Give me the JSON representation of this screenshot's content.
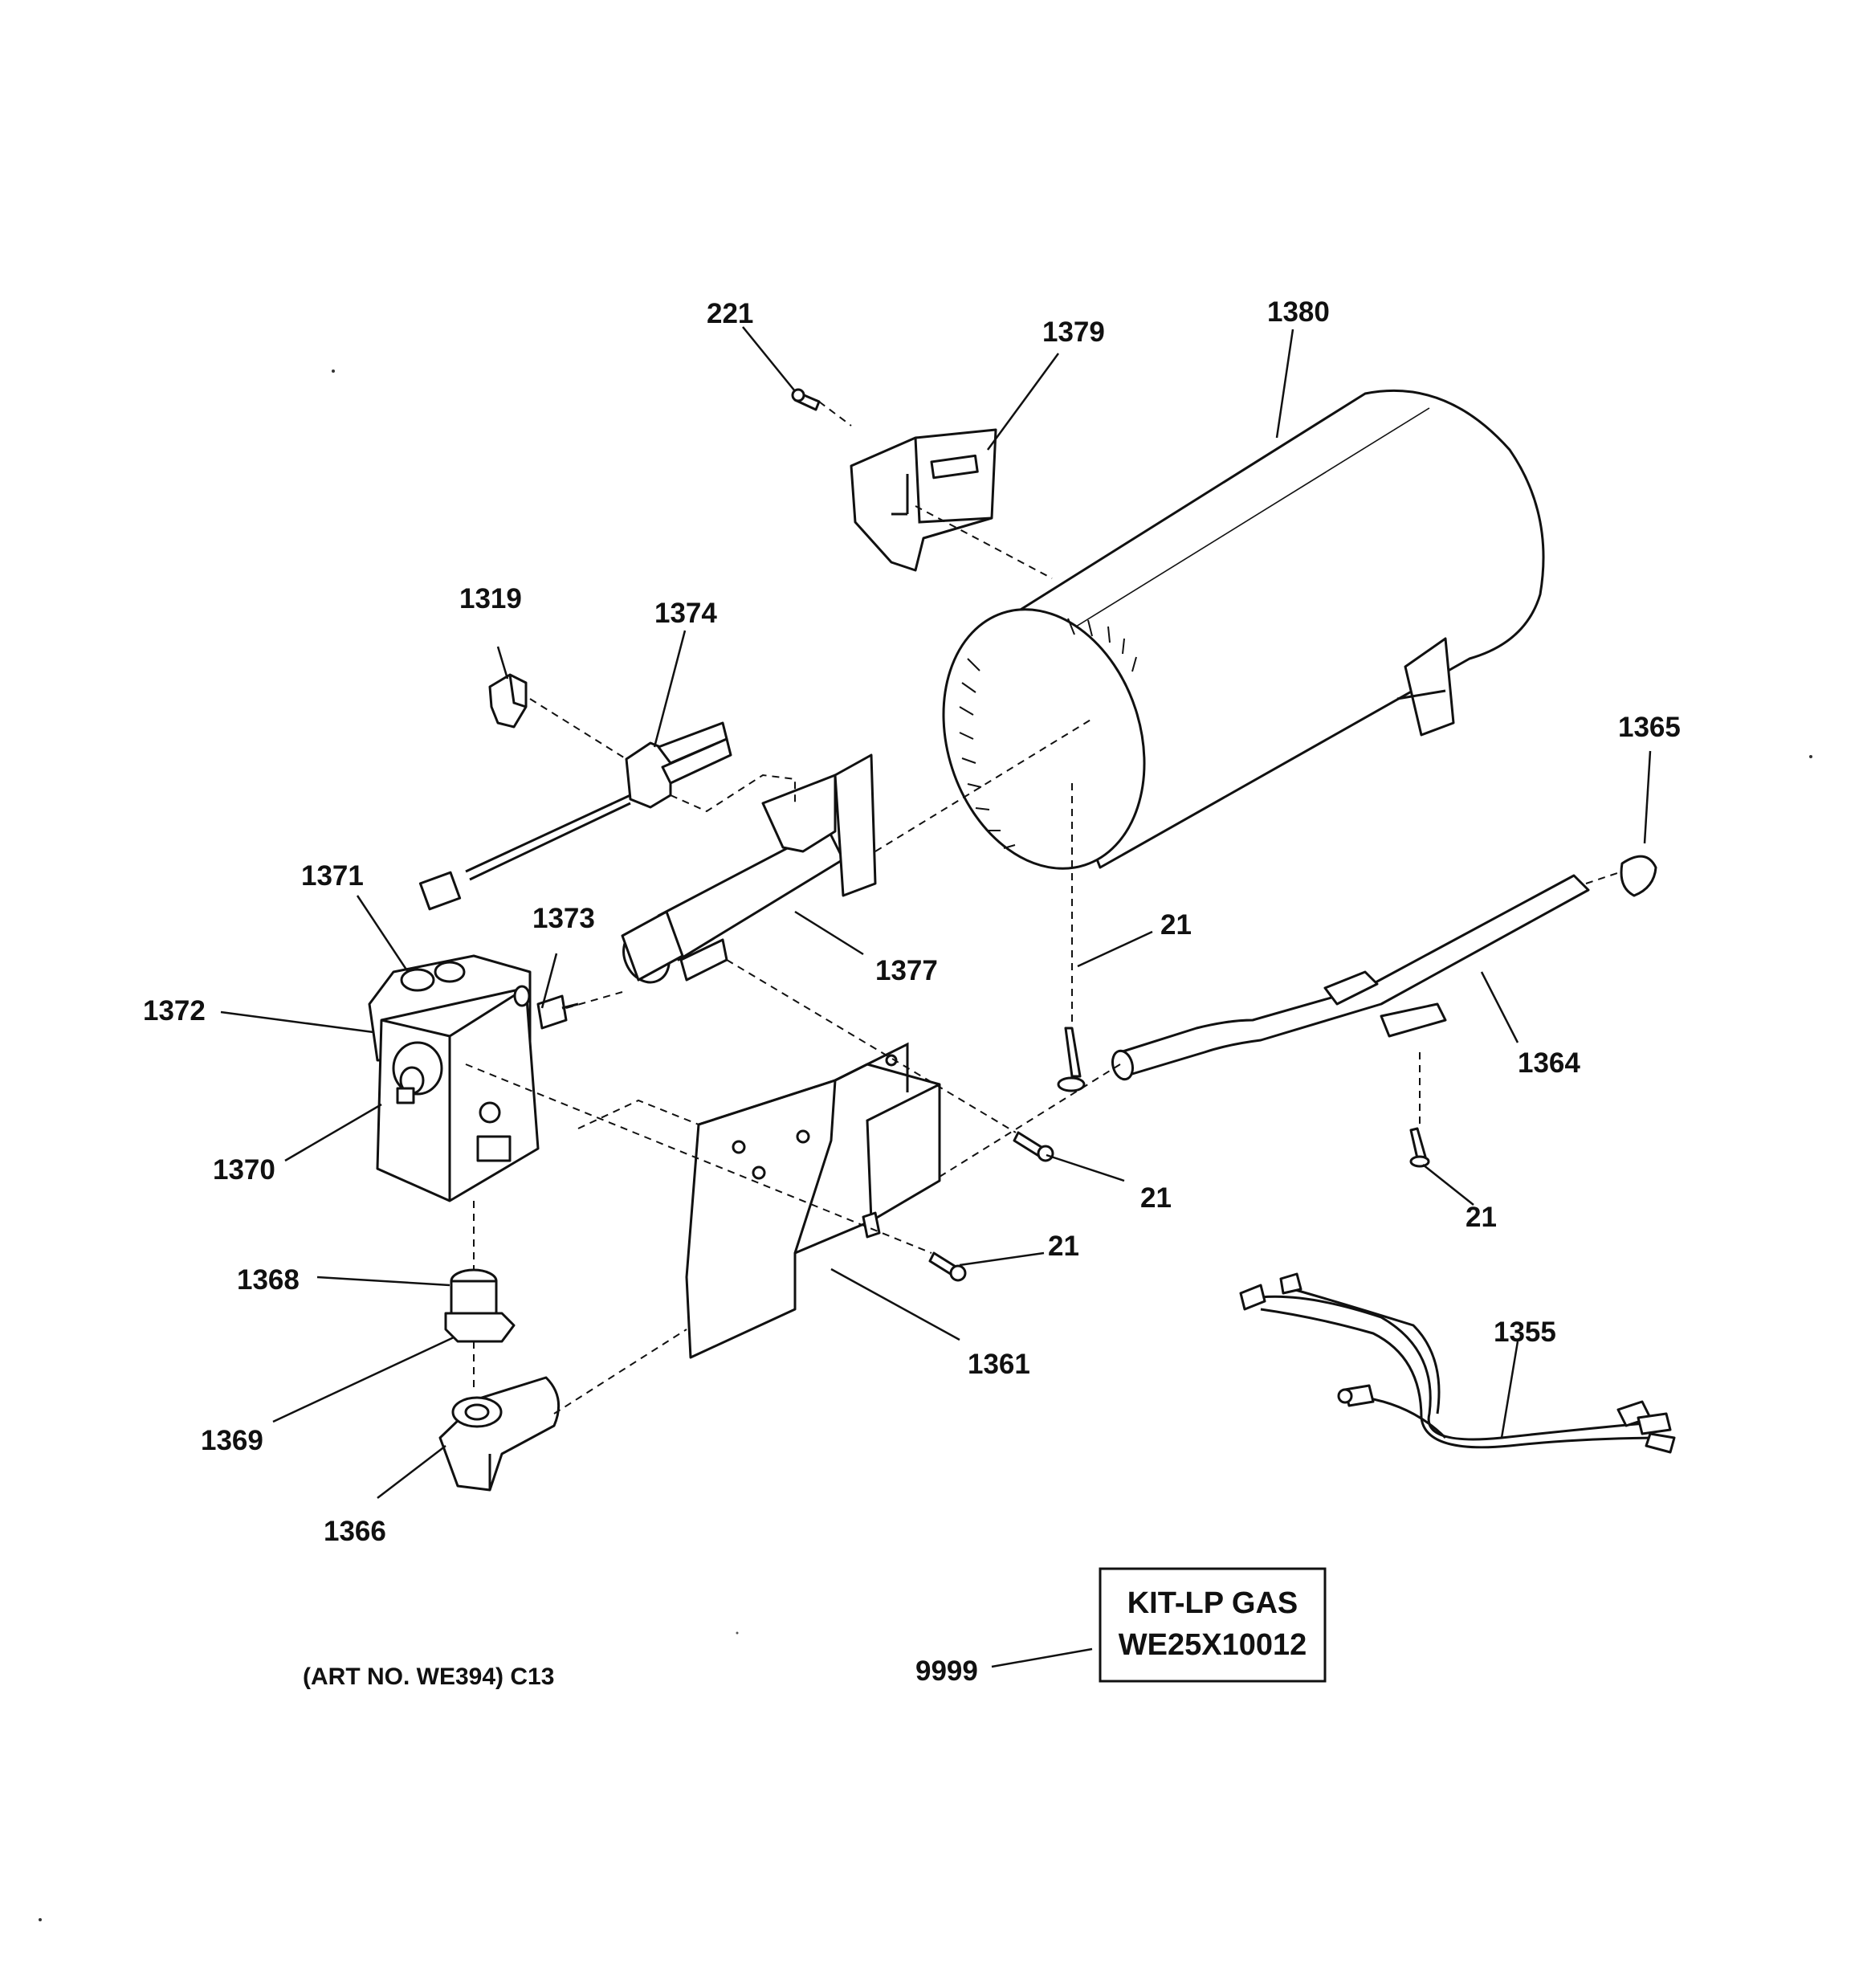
{
  "callouts": {
    "p221": "221",
    "p1379": "1379",
    "p1380": "1380",
    "p1319": "1319",
    "p1374": "1374",
    "p1365": "1365",
    "p1371": "1371",
    "p1373": "1373",
    "p1372": "1372",
    "p1377": "1377",
    "p21_a": "21",
    "p1364": "1364",
    "p1370": "1370",
    "p21_b": "21",
    "p21_c": "21",
    "p21_d": "21",
    "p1368": "1368",
    "p1361": "1361",
    "p1355": "1355",
    "p1369": "1369",
    "p1366": "1366",
    "p9999": "9999"
  },
  "kit_box": {
    "line1": "KIT-LP GAS",
    "line2": "WE25X10012"
  },
  "art_number": "(ART NO. WE394) C13"
}
